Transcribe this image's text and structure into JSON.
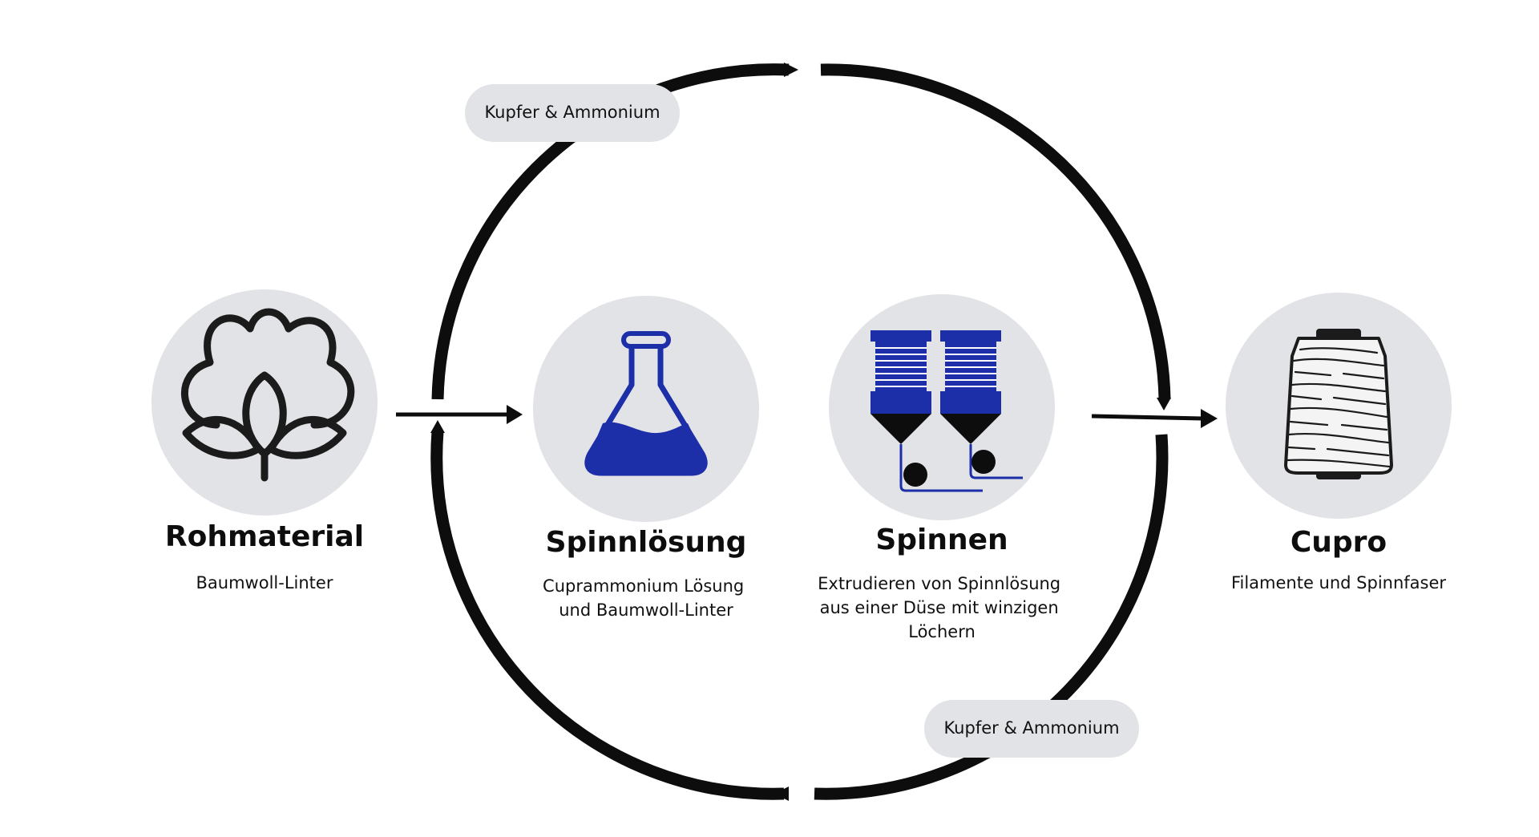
{
  "colors": {
    "accent": "#1c2fa8",
    "ink": "#0d0d0d",
    "circle_fill": "#e2e3e6",
    "pill_fill": "#e2e3e6"
  },
  "cycle_labels": {
    "top": "Kupfer & Ammonium",
    "bottom": "Kupfer & Ammonium"
  },
  "steps": [
    {
      "icon": "cotton-flower-icon",
      "title": "Rohmaterial",
      "subtitle": [
        "Baumwoll-Linter"
      ]
    },
    {
      "icon": "flask-icon",
      "title": "Spinnlösung",
      "subtitle": [
        "Cuprammonium Lösung",
        "und Baumwoll-Linter"
      ]
    },
    {
      "icon": "spinning-nozzle-icon",
      "title": "Spinnen",
      "subtitle": [
        "Extrudieren von Spinnlösung",
        "aus einer Düse mit winzigen",
        "Löchern"
      ]
    },
    {
      "icon": "yarn-cone-icon",
      "title": "Cupro",
      "subtitle": [
        "Filamente und Spinnfaser"
      ]
    }
  ]
}
